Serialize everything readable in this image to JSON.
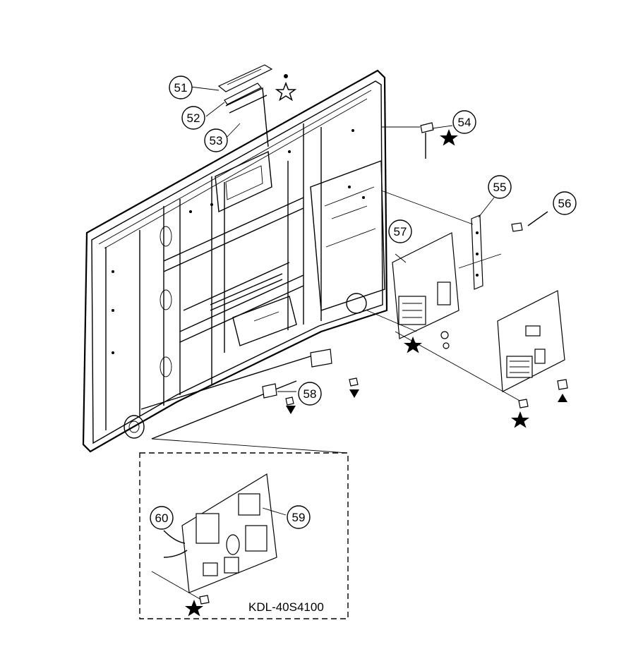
{
  "diagram": {
    "model_label": "KDL-40S4100",
    "callouts": [
      {
        "id": "51",
        "label": "51"
      },
      {
        "id": "52",
        "label": "52"
      },
      {
        "id": "53",
        "label": "53"
      },
      {
        "id": "54",
        "label": "54"
      },
      {
        "id": "55",
        "label": "55"
      },
      {
        "id": "56",
        "label": "56"
      },
      {
        "id": "57",
        "label": "57"
      },
      {
        "id": "58",
        "label": "58"
      },
      {
        "id": "59",
        "label": "59"
      },
      {
        "id": "60",
        "label": "60"
      }
    ],
    "markers": [
      {
        "id": "m1",
        "icon": "star-outline-icon"
      },
      {
        "id": "m2",
        "icon": "star-filled-icon"
      },
      {
        "id": "m3",
        "icon": "star-filled-icon"
      },
      {
        "id": "m4",
        "icon": "star-filled-icon"
      },
      {
        "id": "m5",
        "icon": "star-filled-icon"
      },
      {
        "id": "m6",
        "icon": "triangle-down-icon"
      },
      {
        "id": "m7",
        "icon": "triangle-down-icon"
      },
      {
        "id": "m8",
        "icon": "triangle-up-icon"
      }
    ]
  }
}
